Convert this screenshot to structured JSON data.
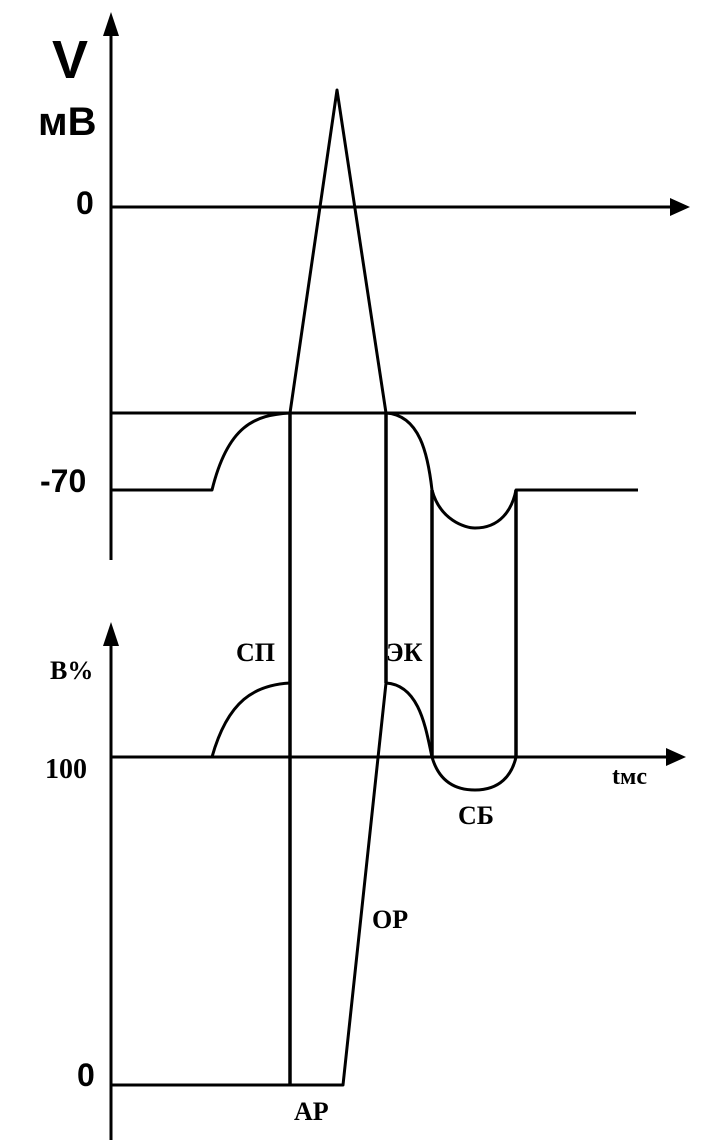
{
  "top_chart": {
    "y_symbol": "V",
    "y_unit": "мВ",
    "tick_zero": "0",
    "tick_rest": "-70"
  },
  "bottom_chart": {
    "y_label": "В%",
    "tick_100": "100",
    "tick_zero": "0",
    "x_label": "tмс"
  },
  "phase_labels": {
    "sp": "СП",
    "ek": "ЭК",
    "sb": "СБ",
    "or": "ОР",
    "ar": "АР"
  }
}
